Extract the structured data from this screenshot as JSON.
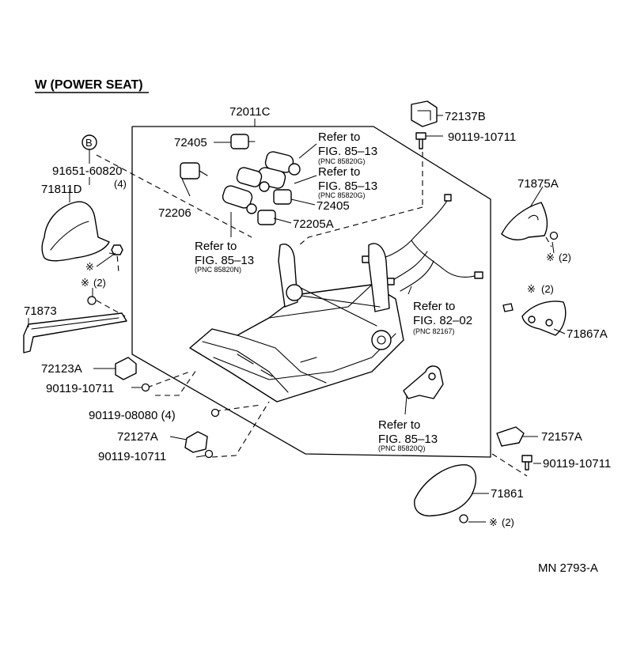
{
  "title": "W (POWER SEAT)",
  "doc_code": "MN  2793-A",
  "markers": {
    "circle_b": "B",
    "asterisk": "※"
  },
  "labels": {
    "p72011C": "72011C",
    "p72137B": "72137B",
    "p90119_10711_top": "90119-10711",
    "p72405_a": "72405",
    "p72405_b": "72405",
    "p72206": "72206",
    "p72205A": "72205A",
    "p91651": "91651-60820",
    "p91651_qty": "(4)",
    "p71811D": "71811D",
    "p71875A": "71875A",
    "p71875A_qty": "(2)",
    "p71873": "71873",
    "p71873_qty": "(2)",
    "p71867A": "71867A",
    "p71867A_qty": "(2)",
    "p72123A": "72123A",
    "p90119_10711_l1": "90119-10711",
    "p90119_08080": "90119-08080 (4)",
    "p72127A": "72127A",
    "p90119_10711_l2": "90119-10711",
    "p72157A": "72157A",
    "p90119_10711_r": "90119-10711",
    "p71861": "71861",
    "p71861_qty": "(2)"
  },
  "refs": {
    "r1": {
      "line1": "Refer to",
      "line2": "FIG. 85–13",
      "pnc": "(PNC 85820G)"
    },
    "r2": {
      "line1": "Refer to",
      "line2": "FIG. 85–13",
      "pnc": "(PNC 85820G)"
    },
    "r3": {
      "line1": "Refer to",
      "line2": "FIG. 85–13",
      "pnc": "(PNC 85820N)"
    },
    "r4": {
      "line1": "Refer to",
      "line2": "FIG. 82–02",
      "pnc": "(PNC 82167)"
    },
    "r5": {
      "line1": "Refer to",
      "line2": "FIG. 85–13",
      "pnc": "(PNC 85820Q)"
    }
  }
}
